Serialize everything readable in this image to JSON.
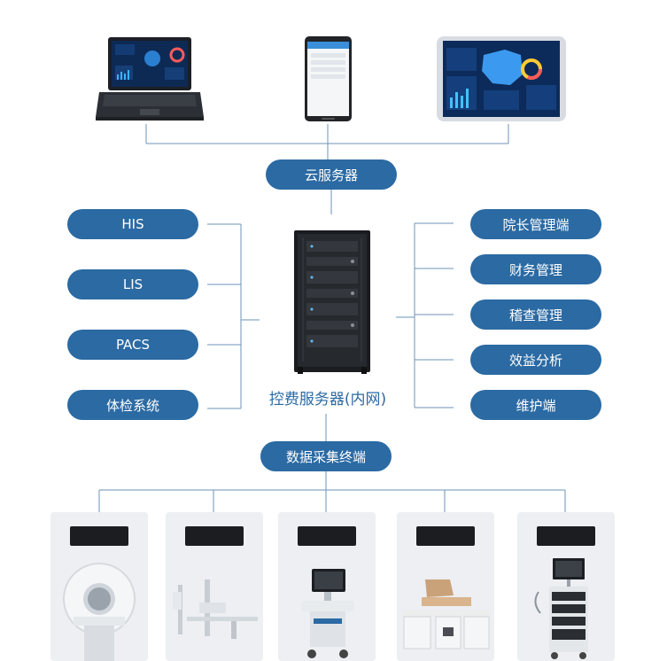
{
  "cloud_label": "云服务器",
  "central_label": "控费服务器(内网)",
  "collector_label": "数据采集终端",
  "left_systems": [
    {
      "label": "HIS"
    },
    {
      "label": "LIS"
    },
    {
      "label": "PACS"
    },
    {
      "label": "体检系统"
    }
  ],
  "right_functions": [
    {
      "label": "院长管理端"
    },
    {
      "label": "财务管理"
    },
    {
      "label": "稽查管理"
    },
    {
      "label": "效益分析"
    },
    {
      "label": "维护端"
    }
  ],
  "colors": {
    "pill": "#2b6aa3",
    "line": "#6d93b8",
    "central_text": "#2b6aa3",
    "card_bg": "#edeff2"
  },
  "devices": [
    {
      "icon": "laptop-dashboard-icon"
    },
    {
      "icon": "smartphone-app-icon"
    },
    {
      "icon": "tablet-dashboard-icon"
    }
  ],
  "equipment": [
    {
      "icon": "ct-scanner-icon"
    },
    {
      "icon": "dr-xray-icon"
    },
    {
      "icon": "ultrasound-machine-icon"
    },
    {
      "icon": "dental-chair-icon"
    },
    {
      "icon": "endoscopy-tower-icon"
    }
  ]
}
